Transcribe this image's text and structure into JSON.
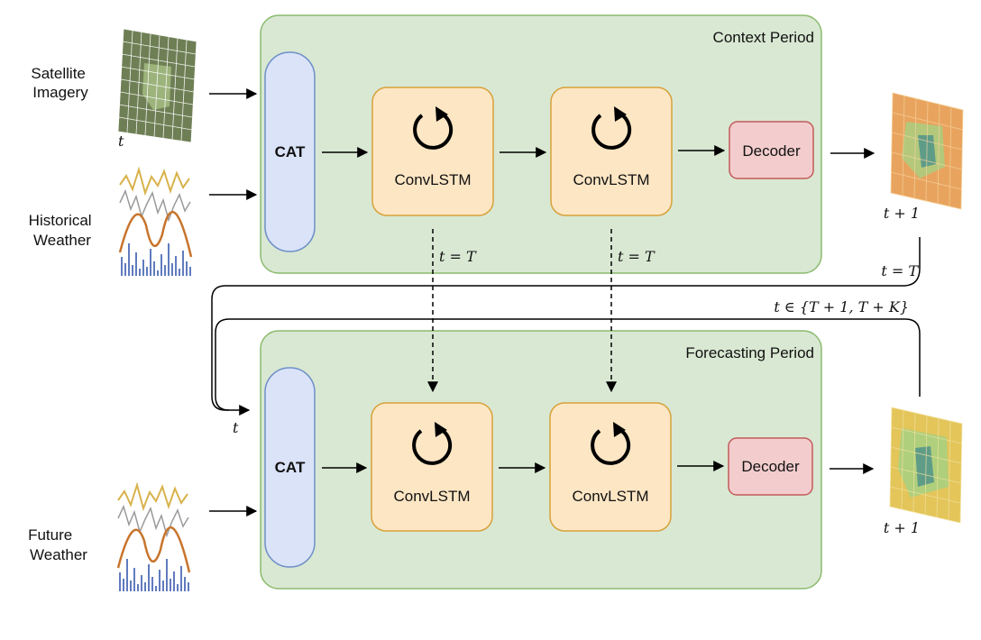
{
  "inputs": {
    "satellite": "Satellite Imagery",
    "historical": "Historical Weather",
    "future": "Future Weather",
    "t_label": "t"
  },
  "context": {
    "title": "Context Period",
    "cat": "CAT",
    "convlstm_1": "ConvLSTM",
    "convlstm_2": "ConvLSTM",
    "decoder": "Decoder",
    "output_label": "t + 1"
  },
  "forecast": {
    "title": "Forecasting Period",
    "cat": "CAT",
    "convlstm_1": "ConvLSTM",
    "convlstm_2": "ConvLSTM",
    "decoder": "Decoder",
    "output_label": "t + 1"
  },
  "arrows": {
    "state_pass_1": "t = T",
    "state_pass_2": "t = T",
    "feedback_first": "t = T",
    "feedback_loop": "t ∈ {T + 1, T + K}",
    "forecast_in": "t"
  },
  "colors": {
    "period_fill": "#d9e8d3",
    "period_stroke": "#8bbb6e",
    "cat_fill": "#dae3f8",
    "cat_stroke": "#6f8fc8",
    "convlstm_fill": "#fde6c4",
    "convlstm_stroke": "#d7a13a",
    "decoder_fill": "#f3cdcd",
    "decoder_stroke": "#c25b5b"
  }
}
